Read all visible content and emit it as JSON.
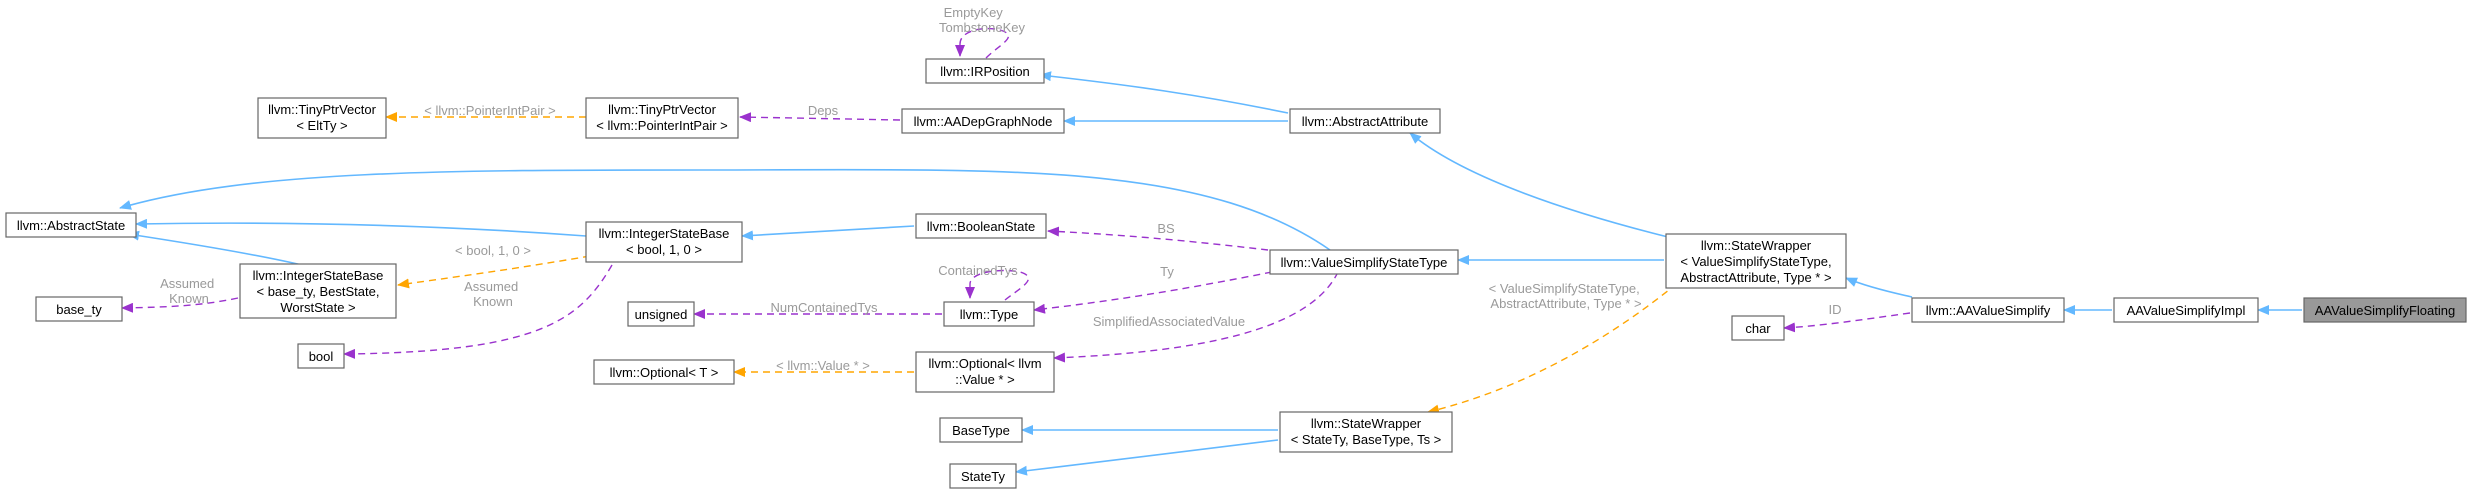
{
  "diagram": {
    "highlight_node": "AAValueSimplifyFloating",
    "nodes": [
      {
        "id": "n_empty_ir",
        "lines": [
          "llvm::IRPosition"
        ]
      },
      {
        "id": "n_tinyptr_elt",
        "lines": [
          "llvm::TinyPtrVector",
          "< EltTy >"
        ]
      },
      {
        "id": "n_tinyptr_pi",
        "lines": [
          "llvm::TinyPtrVector",
          "< llvm::PointerIntPair >"
        ]
      },
      {
        "id": "n_aadep",
        "lines": [
          "llvm::AADepGraphNode"
        ]
      },
      {
        "id": "n_abstractattr",
        "lines": [
          "llvm::AbstractAttribute"
        ]
      },
      {
        "id": "n_abstractstate",
        "lines": [
          "llvm::AbstractState"
        ]
      },
      {
        "id": "n_intstatebase_bool",
        "lines": [
          "llvm::IntegerStateBase",
          "< bool, 1, 0 >"
        ]
      },
      {
        "id": "n_booleanstate",
        "lines": [
          "llvm::BooleanState"
        ]
      },
      {
        "id": "n_vsstatetype",
        "lines": [
          "llvm::ValueSimplifyStateType"
        ]
      },
      {
        "id": "n_statewrapper_vs",
        "lines": [
          "llvm::StateWrapper",
          "< ValueSimplifyStateType,",
          "AbstractAttribute, Type * >"
        ]
      },
      {
        "id": "n_intstatebase_t",
        "lines": [
          "llvm::IntegerStateBase",
          "< base_ty, BestState,",
          "WorstState >"
        ]
      },
      {
        "id": "n_base_ty",
        "lines": [
          "base_ty"
        ]
      },
      {
        "id": "n_bool",
        "lines": [
          "bool"
        ]
      },
      {
        "id": "n_unsigned",
        "lines": [
          "unsigned"
        ]
      },
      {
        "id": "n_type",
        "lines": [
          "llvm::Type"
        ]
      },
      {
        "id": "n_optional_t",
        "lines": [
          "llvm::Optional< T >"
        ]
      },
      {
        "id": "n_optional_val",
        "lines": [
          "llvm::Optional< llvm",
          "::Value * >"
        ]
      },
      {
        "id": "n_basetype",
        "lines": [
          "BaseType"
        ]
      },
      {
        "id": "n_statety",
        "lines": [
          "StateTy"
        ]
      },
      {
        "id": "n_statewrapper_t",
        "lines": [
          "llvm::StateWrapper",
          "< StateTy, BaseType, Ts >"
        ]
      },
      {
        "id": "n_char",
        "lines": [
          "char"
        ]
      },
      {
        "id": "n_aavaluesimplify",
        "lines": [
          "llvm::AAValueSimplify"
        ]
      },
      {
        "id": "n_aavsimpl",
        "lines": [
          "AAValueSimplifyImpl"
        ]
      },
      {
        "id": "n_aavsfloat",
        "lines": [
          "AAValueSimplifyFloating"
        ]
      }
    ],
    "edge_labels": [
      {
        "id": "l_emptykey",
        "lines": [
          "EmptyKey",
          "TombstoneKey"
        ]
      },
      {
        "id": "l_pip",
        "lines": [
          "< llvm::PointerIntPair >"
        ]
      },
      {
        "id": "l_deps",
        "lines": [
          "Deps"
        ]
      },
      {
        "id": "l_bool10",
        "lines": [
          "< bool, 1, 0 >"
        ]
      },
      {
        "id": "l_assumed1",
        "lines": [
          "Assumed",
          "Known"
        ]
      },
      {
        "id": "l_assumed2",
        "lines": [
          "Assumed",
          "Known"
        ]
      },
      {
        "id": "l_bs",
        "lines": [
          "BS"
        ]
      },
      {
        "id": "l_containedtys",
        "lines": [
          "ContainedTys"
        ]
      },
      {
        "id": "l_ty",
        "lines": [
          "Ty"
        ]
      },
      {
        "id": "l_numcontained",
        "lines": [
          "NumContainedTys"
        ]
      },
      {
        "id": "l_simplified",
        "lines": [
          "SimplifiedAssociatedValue"
        ]
      },
      {
        "id": "l_valueptr",
        "lines": [
          "< llvm::Value * >"
        ]
      },
      {
        "id": "l_vsst_template",
        "lines": [
          "< ValueSimplifyStateType,",
          "AbstractAttribute, Type * >"
        ]
      },
      {
        "id": "l_id",
        "lines": [
          "ID"
        ]
      }
    ]
  }
}
